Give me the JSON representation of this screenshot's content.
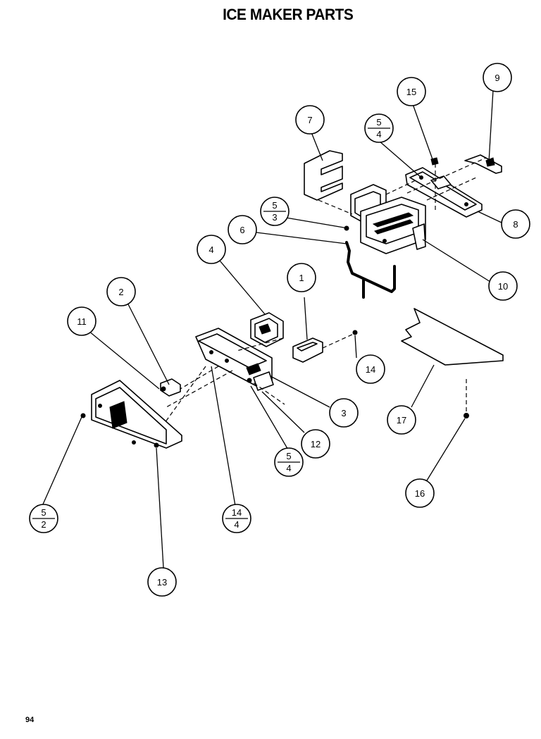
{
  "title": "ICE MAKER PARTS",
  "page_number": "94",
  "callouts": [
    {
      "id": "c1",
      "label": "1"
    },
    {
      "id": "c2",
      "label": "2"
    },
    {
      "id": "c3",
      "label": "3"
    },
    {
      "id": "c4",
      "label": "4"
    },
    {
      "id": "c6",
      "label": "6"
    },
    {
      "id": "c7",
      "label": "7"
    },
    {
      "id": "c8",
      "label": "8"
    },
    {
      "id": "c9",
      "label": "9"
    },
    {
      "id": "c10",
      "label": "10"
    },
    {
      "id": "c11",
      "label": "11"
    },
    {
      "id": "c12",
      "label": "12"
    },
    {
      "id": "c13",
      "label": "13"
    },
    {
      "id": "c14",
      "label": "14"
    },
    {
      "id": "c15",
      "label": "15"
    },
    {
      "id": "c16",
      "label": "16"
    },
    {
      "id": "c17",
      "label": "17"
    }
  ],
  "fraction_callouts": [
    {
      "id": "f54a",
      "top": "5",
      "bottom": "4"
    },
    {
      "id": "f53",
      "top": "5",
      "bottom": "3"
    },
    {
      "id": "f54b",
      "top": "5",
      "bottom": "4"
    },
    {
      "id": "f52",
      "top": "5",
      "bottom": "2"
    },
    {
      "id": "f144",
      "top": "14",
      "bottom": "4"
    }
  ]
}
